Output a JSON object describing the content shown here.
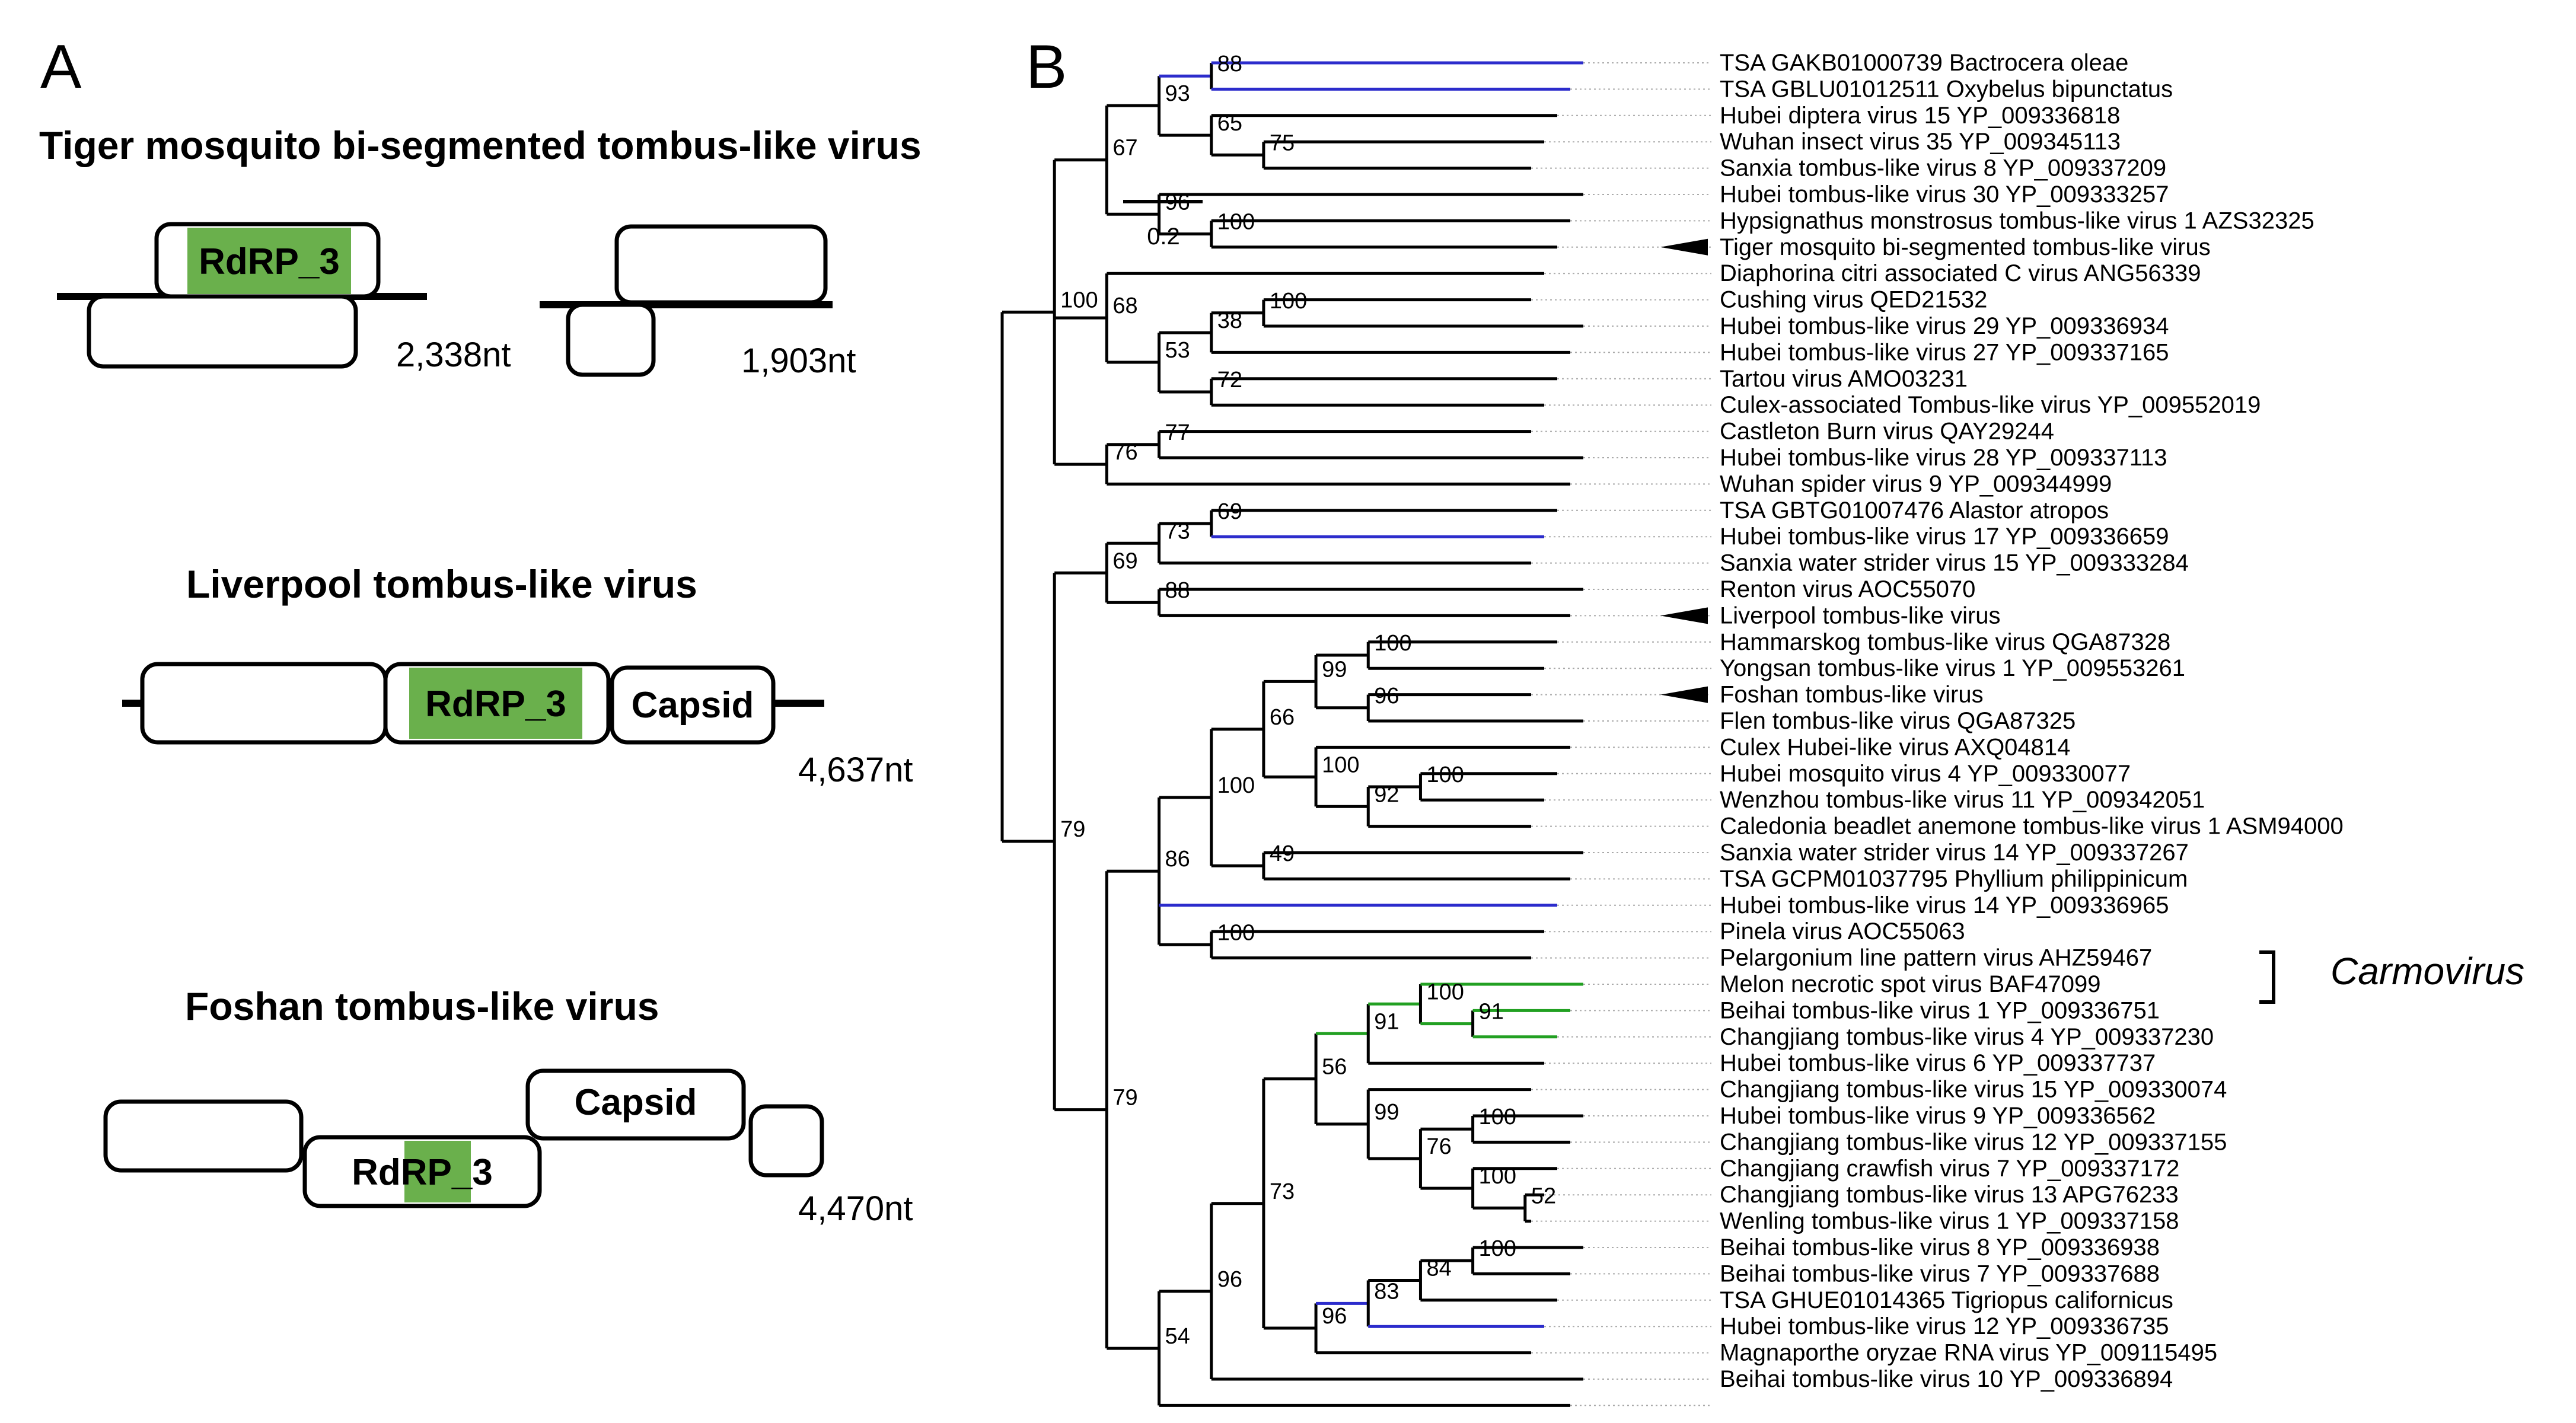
{
  "panelA": {
    "letter": "A",
    "genomes": [
      {
        "title": "Tiger mosquito bi-segmented tombus-like virus",
        "lengths": [
          "2,338nt",
          "1,903nt"
        ],
        "domains": [
          "RdRP_3"
        ]
      },
      {
        "title": "Liverpool tombus-like virus",
        "lengths": [
          "4,637nt"
        ],
        "domains": [
          "RdRP_3",
          "Capsid"
        ]
      },
      {
        "title": "Foshan tombus-like virus",
        "lengths": [
          "4,470nt"
        ],
        "domains": [
          "RdRP_3",
          "Capsid"
        ]
      }
    ]
  },
  "panelB": {
    "letter": "B",
    "scale_label": "0.2",
    "clade_label": "Carmovirus",
    "colors": {
      "branch": "#000000",
      "blue": "#2c2ccc",
      "green": "#22a022",
      "domain": "#6ab04c",
      "dots": "#aaaaaa"
    },
    "leaves": [
      "TSA GAKB01000739 Bactrocera oleae",
      "TSA GBLU01012511 Oxybelus bipunctatus",
      "Hubei diptera virus 15 YP_009336818",
      "Wuhan insect virus 35 YP_009345113",
      "Sanxia tombus-like virus 8 YP_009337209",
      "Hubei tombus-like virus 30 YP_009333257",
      "Hypsignathus monstrosus tombus-like virus 1 AZS32325",
      "Tiger mosquito bi-segmented tombus-like virus",
      "Diaphorina citri associated C virus ANG56339",
      "Cushing virus QED21532",
      "Hubei tombus-like virus 29 YP_009336934",
      "Hubei tombus-like virus 27 YP_009337165",
      "Tartou virus AMO03231",
      "Culex-associated Tombus-like virus YP_009552019",
      "Castleton Burn virus QAY29244",
      "Hubei tombus-like virus 28 YP_009337113",
      "Wuhan spider virus 9 YP_009344999",
      "TSA GBTG01007476 Alastor atropos",
      "Hubei tombus-like virus 17 YP_009336659",
      "Sanxia water strider virus 15 YP_009333284",
      "Renton virus AOC55070",
      "Liverpool tombus-like virus",
      "Hammarskog tombus-like virus QGA87328",
      "Yongsan tombus-like virus 1 YP_009553261",
      "Foshan tombus-like virus",
      "Flen tombus-like virus QGA87325",
      "Culex Hubei-like virus AXQ04814",
      "Hubei mosquito virus 4 YP_009330077",
      "Wenzhou tombus-like virus 11 YP_009342051",
      "Caledonia beadlet anemone tombus-like virus 1 ASM94000",
      "Sanxia water strider virus 14 YP_009337267",
      "TSA GCPM01037795 Phyllium philippinicum",
      "Hubei tombus-like virus 14 YP_009336965",
      "Pinela virus AOC55063",
      "Pelargonium line pattern virus AHZ59467",
      "Melon necrotic spot virus BAF47099",
      "Beihai tombus-like virus 1 YP_009336751",
      "Changjiang tombus-like virus 4 YP_009337230",
      "Hubei tombus-like virus 6 YP_009337737",
      "Changjiang tombus-like virus 15 YP_009330074",
      "Hubei tombus-like virus 9 YP_009336562",
      "Changjiang tombus-like virus 12 YP_009337155",
      "Changjiang crawfish virus 7 YP_009337172",
      "Changjiang tombus-like virus 13 APG76233",
      "Wenling tombus-like virus 1 YP_009337158",
      "Beihai tombus-like virus 8 YP_009336938",
      "Beihai tombus-like virus 7 YP_009337688",
      "TSA GHUE01014365 Tigriopus californicus",
      "Hubei tombus-like virus 12 YP_009336735",
      "Magnaporthe oryzae RNA virus YP_009115495",
      "Beihai tombus-like virus 10 YP_009336894"
    ],
    "tree": {
      "c": [
        {
          "s": "100",
          "c": [
            {
              "s": "67",
              "c": [
                {
                  "s": "93",
                  "c": [
                    {
                      "c": [
                        {
                          "t": 0,
                          "col": "blue"
                        },
                        {
                          "t": 1,
                          "col": "blue"
                        }
                      ],
                      "s": "88",
                      "col": "blue"
                    },
                    {
                      "s": "65",
                      "c": [
                        {
                          "t": 2
                        },
                        {
                          "s": "75",
                          "c": [
                            {
                              "t": 3
                            },
                            {
                              "t": 4
                            }
                          ]
                        }
                      ]
                    }
                  ]
                },
                {
                  "s": "96",
                  "c": [
                    {
                      "t": 5
                    },
                    {
                      "s": "100",
                      "c": [
                        {
                          "t": 6
                        },
                        {
                          "t": 7
                        }
                      ]
                    }
                  ]
                }
              ]
            },
            {
              "s": "68",
              "c": [
                {
                  "t": 8
                },
                {
                  "s": "53",
                  "c": [
                    {
                      "s": "38",
                      "c": [
                        {
                          "s": "100",
                          "c": [
                            {
                              "t": 9
                            },
                            {
                              "t": 10
                            }
                          ]
                        },
                        {
                          "t": 11
                        }
                      ]
                    },
                    {
                      "s": "72",
                      "c": [
                        {
                          "t": 12
                        },
                        {
                          "t": 13
                        }
                      ]
                    }
                  ]
                }
              ]
            },
            {
              "s": "76",
              "c": [
                {
                  "s": "77",
                  "c": [
                    {
                      "t": 14
                    },
                    {
                      "t": 15
                    }
                  ]
                },
                {
                  "t": 16
                }
              ]
            }
          ]
        },
        {
          "s": "79",
          "c": [
            {
              "s": "69",
              "c": [
                {
                  "s": "73",
                  "c": [
                    {
                      "s": "69",
                      "c": [
                        {
                          "t": 17
                        },
                        {
                          "t": 18,
                          "col": "blue"
                        }
                      ]
                    },
                    {
                      "t": 19
                    }
                  ]
                },
                {
                  "s": "88",
                  "c": [
                    {
                      "t": 20
                    },
                    {
                      "t": 21
                    }
                  ]
                }
              ]
            },
            {
              "s": "79",
              "c": [
                {
                  "s": "86",
                  "c": [
                    {
                      "s": "100",
                      "c": [
                        {
                          "s": "66",
                          "c": [
                            {
                              "s": "99",
                              "c": [
                                {
                                  "s": "100",
                                  "c": [
                                    {
                                      "t": 22
                                    },
                                    {
                                      "t": 23
                                    }
                                  ]
                                },
                                {
                                  "s": "96",
                                  "c": [
                                    {
                                      "t": 24
                                    },
                                    {
                                      "t": 25
                                    }
                                  ]
                                }
                              ]
                            },
                            {
                              "s": "100",
                              "c": [
                                {
                                  "t": 26
                                },
                                {
                                  "s": "92",
                                  "c": [
                                    {
                                      "s": "100",
                                      "c": [
                                        {
                                          "t": 27
                                        },
                                        {
                                          "t": 28
                                        }
                                      ]
                                    },
                                    {
                                      "t": 29
                                    }
                                  ]
                                }
                              ]
                            }
                          ]
                        },
                        {
                          "s": "49",
                          "c": [
                            {
                              "t": 30
                            },
                            {
                              "t": 31
                            }
                          ]
                        }
                      ]
                    },
                    {
                      "t": 32,
                      "col": "blue"
                    },
                    {
                      "s": "100",
                      "c": [
                        {
                          "t": 33
                        },
                        {
                          "t": 34
                        }
                      ]
                    }
                  ]
                },
                {
                  "s": "54",
                  "c": [
                    {
                      "s": "96",
                      "c": [
                        {
                          "s": "73",
                          "c": [
                            {
                              "s": "56",
                              "c": [
                                {
                                  "s": "91",
                                  "c": [
                                    {
                                      "s": "100",
                                      "c": [
                                        {
                                          "t": 35,
                                          "col": "green"
                                        },
                                        {
                                          "s": "91",
                                          "c": [
                                            {
                                              "t": 36,
                                              "col": "green"
                                            },
                                            {
                                              "t": 37,
                                              "col": "green"
                                            }
                                          ],
                                          "col": "green"
                                        }
                                      ],
                                      "col": "green"
                                    },
                                    {
                                      "t": 38
                                    }
                                  ],
                                  "col": "green"
                                },
                                {
                                  "s": "99",
                                  "c": [
                                    {
                                      "t": 39
                                    },
                                    {
                                      "s": "76",
                                      "c": [
                                        {
                                          "s": "100",
                                          "c": [
                                            {
                                              "t": 40
                                            },
                                            {
                                              "t": 41
                                            }
                                          ]
                                        },
                                        {
                                          "s": "100",
                                          "c": [
                                            {
                                              "t": 42
                                            },
                                            {
                                              "s": "52",
                                              "c": [
                                                {
                                                  "t": 43
                                                },
                                                {
                                                  "t": 44
                                                }
                                              ]
                                            }
                                          ]
                                        }
                                      ]
                                    }
                                  ]
                                }
                              ]
                            },
                            {
                              "s": "96",
                              "c": [
                                {
                                  "s": "83",
                                  "c": [
                                    {
                                      "s": "84",
                                      "c": [
                                        {
                                          "s": "100",
                                          "c": [
                                            {
                                              "t": 45
                                            },
                                            {
                                              "t": 46
                                            }
                                          ]
                                        },
                                        {
                                          "t": 47
                                        }
                                      ]
                                    },
                                    {
                                      "t": 48,
                                      "col": "blue"
                                    }
                                  ],
                                  "col": "blue"
                                },
                                {
                                  "t": 49
                                }
                              ]
                            }
                          ]
                        },
                        {
                          "t": 50
                        }
                      ]
                    },
                    {
                      "t": 51
                    }
                  ]
                }
              ]
            }
          ]
        }
      ]
    }
  }
}
